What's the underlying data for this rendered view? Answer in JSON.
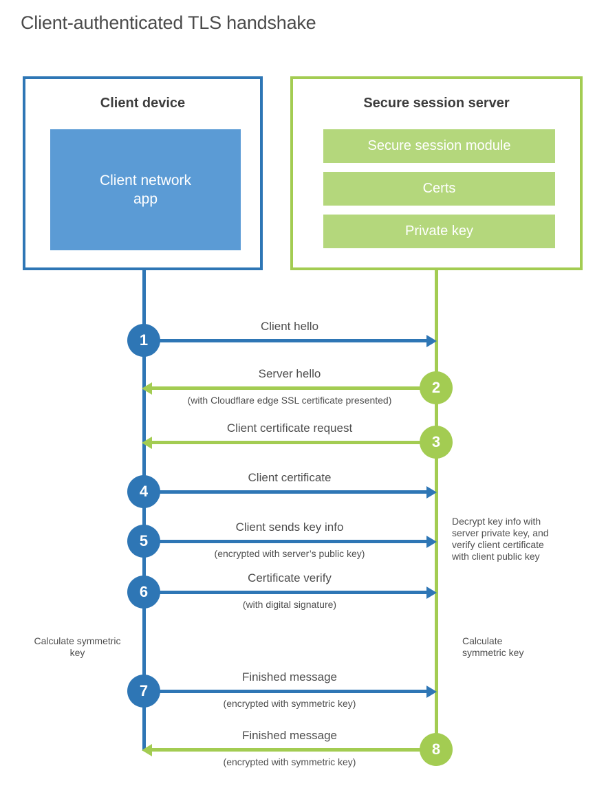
{
  "page": {
    "title": "Client-authenticated TLS handshake"
  },
  "colors": {
    "blue": "#2e76b5",
    "blue-light": "#5b9bd5",
    "green": "#a3cc52",
    "green-light": "#b4d77c"
  },
  "client_box": {
    "title": "Client device",
    "app_label": "Client network app"
  },
  "server_box": {
    "title": "Secure session server",
    "modules": {
      "0": "Secure session module",
      "1": "Certs",
      "2": "Private key"
    }
  },
  "steps": [
    {
      "num": "1",
      "actor": "client",
      "direction": "right",
      "label": "Client hello",
      "sublabel": ""
    },
    {
      "num": "2",
      "actor": "server",
      "direction": "left",
      "label": "Server hello",
      "sublabel": "(with Cloudflare edge SSL certificate presented)"
    },
    {
      "num": "3",
      "actor": "server",
      "direction": "left",
      "label": "Client certificate request",
      "sublabel": ""
    },
    {
      "num": "4",
      "actor": "client",
      "direction": "right",
      "label": "Client certificate",
      "sublabel": ""
    },
    {
      "num": "5",
      "actor": "client",
      "direction": "right",
      "label": "Client sends key info",
      "sublabel": "(encrypted with server’s public key)"
    },
    {
      "num": "6",
      "actor": "client",
      "direction": "right",
      "label": "Certificate verify",
      "sublabel": "(with digital signature)"
    },
    {
      "num": "7",
      "actor": "client",
      "direction": "right",
      "label": "Finished message",
      "sublabel": "(encrypted with symmetric key)"
    },
    {
      "num": "8",
      "actor": "server",
      "direction": "left",
      "label": "Finished message",
      "sublabel": "(encrypted with symmetric key)"
    }
  ],
  "annotations": {
    "decrypt_note": "Decrypt key info with server private key, and verify client certificate with client public key",
    "calc_left": "Calculate symmetric key",
    "calc_right": "Calculate symmetric key"
  }
}
